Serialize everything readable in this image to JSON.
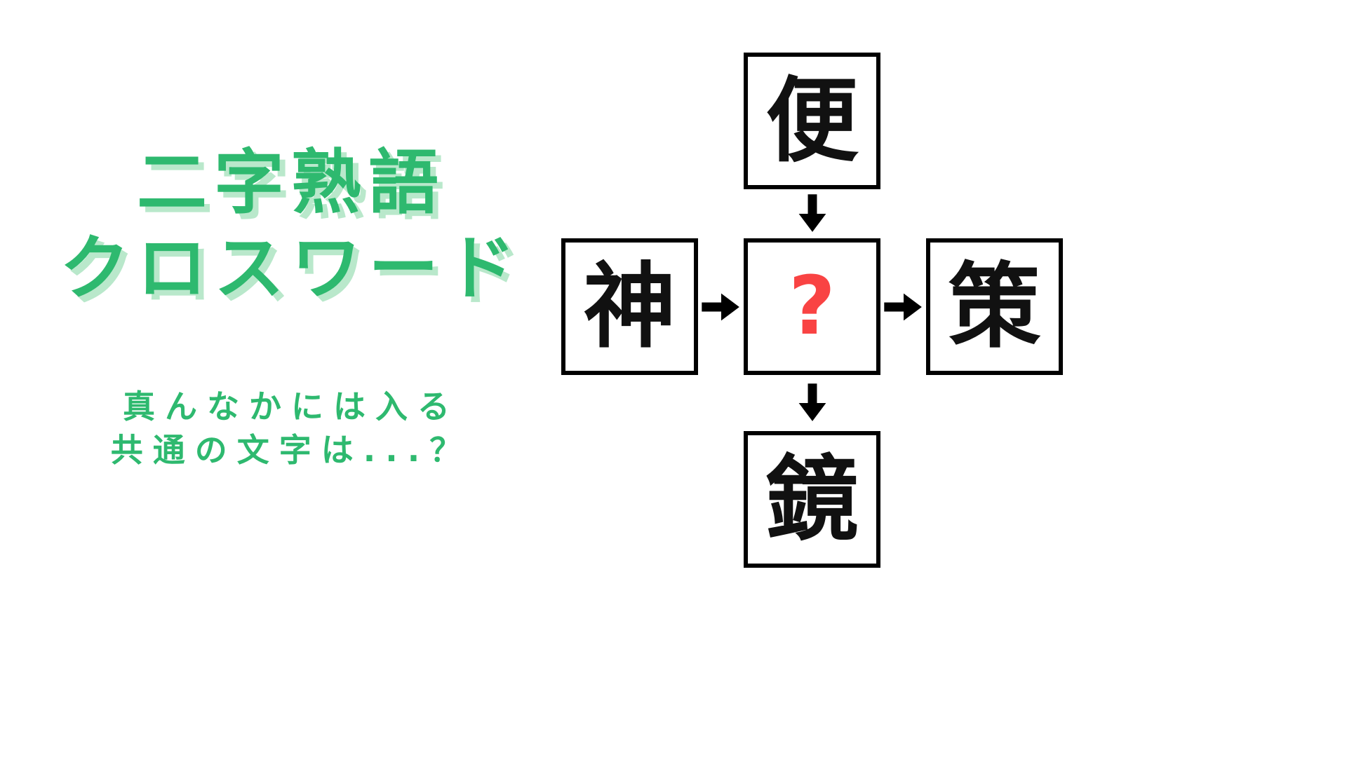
{
  "title": {
    "line1": "二字熟語",
    "line2": "クロスワード"
  },
  "subtitle": {
    "line1": "真んなかには入る",
    "line2": "共通の文字は...？"
  },
  "puzzle": {
    "top": "便",
    "left": "神",
    "center": "?",
    "right": "策",
    "bottom": "鏡",
    "arrows": [
      "down",
      "right",
      "right",
      "down"
    ]
  },
  "colors": {
    "title_green": "#2eb96f",
    "title_shadow": "#b9e8cb",
    "question_red": "#f94343",
    "box_border": "#000000",
    "kanji_black": "#111111",
    "background": "#ffffff"
  }
}
